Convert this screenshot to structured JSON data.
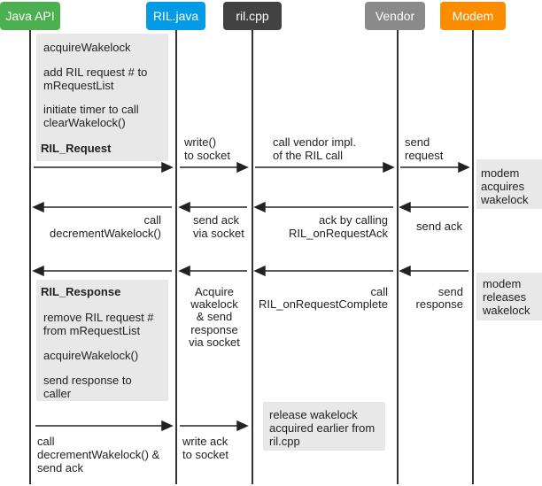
{
  "participants": {
    "java_api": {
      "label": "Java API",
      "color": "#4caf50"
    },
    "ril_java": {
      "label": "RIL.java",
      "color": "#039be5"
    },
    "ril_cpp": {
      "label": "ril.cpp",
      "color": "#424242"
    },
    "vendor": {
      "label": "Vendor",
      "color": "#8a8a8a"
    },
    "modem": {
      "label": "Modem",
      "color": "#fb8c00"
    }
  },
  "notes": {
    "request_notes": {
      "line1": "acquireWakelock",
      "line2a": "add RIL request # to",
      "line2b": "mRequestList",
      "line3a": "initiate timer to call",
      "line3b": "clearWakelock()",
      "title": "RIL_Request"
    },
    "modem_acquires": {
      "line1": "modem",
      "line2": "acquires",
      "line3": "wakelock"
    },
    "modem_releases": {
      "line1": "modem",
      "line2": "releases",
      "line3": "wakelock"
    },
    "response_notes": {
      "title": "RIL_Response",
      "line1a": "remove RIL request #",
      "line1b": "from mRequestList",
      "line2": "acquireWakelock()",
      "line3a": "send response to",
      "line3b": "caller"
    },
    "release_note": {
      "line1": "release wakelock",
      "line2": "acquired earlier from",
      "line3": "ril.cpp"
    }
  },
  "messages": {
    "write_socket": {
      "line1": "write()",
      "line2": "to socket"
    },
    "call_vendor": {
      "line1": "call vendor impl.",
      "line2": "of the RIL call"
    },
    "send_request": {
      "line1": "send",
      "line2": "request"
    },
    "call_decrement": {
      "line1": "call",
      "line2": "decrementWakelock()"
    },
    "send_ack_socket": {
      "line1": "send ack",
      "line2": "via socket"
    },
    "ack_by_calling": {
      "line1": "ack by calling",
      "line2": "RIL_onRequestAck"
    },
    "send_ack": {
      "line1": "send ack"
    },
    "acquire_wakelock": {
      "line1": "Acquire",
      "line2": "wakelock",
      "line3": "& send",
      "line4": "response",
      "line5": "via socket"
    },
    "call_complete": {
      "line1": "call",
      "line2": "RIL_onRequestComplete"
    },
    "send_response": {
      "line1": "send",
      "line2": "response"
    },
    "final_call": {
      "line1": "call",
      "line2": "decrementWakelock() &",
      "line3": "send ack"
    },
    "write_ack": {
      "line1": "write ack",
      "line2": "to socket"
    }
  }
}
